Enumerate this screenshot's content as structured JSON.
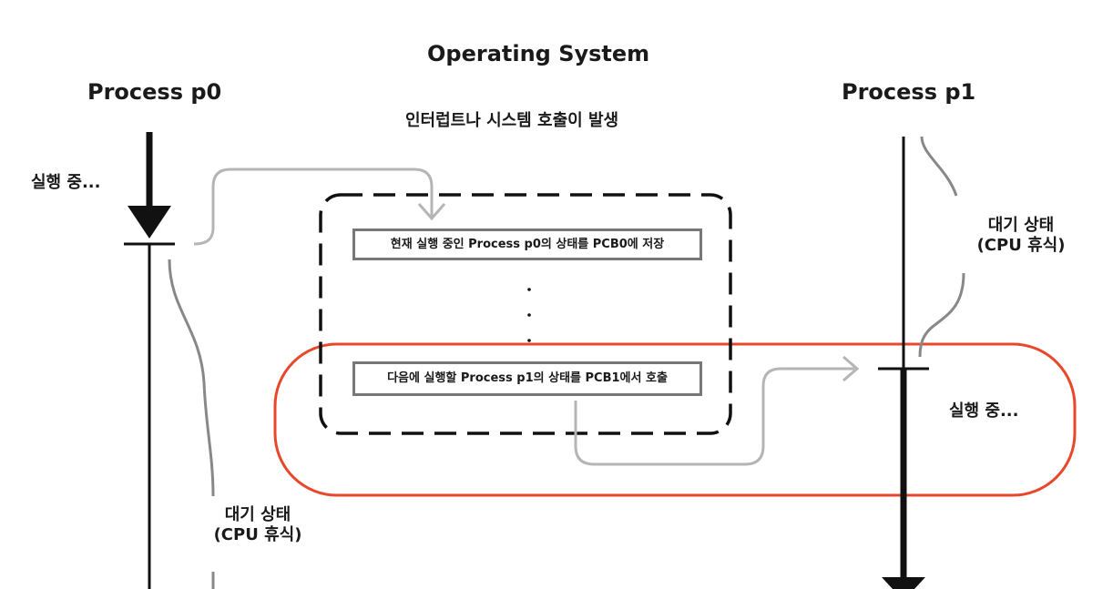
{
  "title": "Operating System",
  "process_left": {
    "label": "Process p0"
  },
  "process_right": {
    "label": "Process p1"
  },
  "event_label": "인터럽트나 시스템 호출이 발생",
  "left_states": {
    "running": "실행 중...",
    "waiting_line1": "대기 상태",
    "waiting_line2": "(CPU 휴식)"
  },
  "right_states": {
    "waiting_line1": "대기 상태",
    "waiting_line2": "(CPU 휴식)",
    "running": "실행 중..."
  },
  "os_steps": {
    "save": "현재 실행 중인 Process p0의 상태를 PCB0에 저장",
    "load": "다음에 실행할 Process p1의 상태를 PCB1에서 호출"
  },
  "colors": {
    "highlight": "#e8472a",
    "arrow": "#b5b5b5",
    "box_border": "#777777",
    "timeline": "#111111"
  }
}
